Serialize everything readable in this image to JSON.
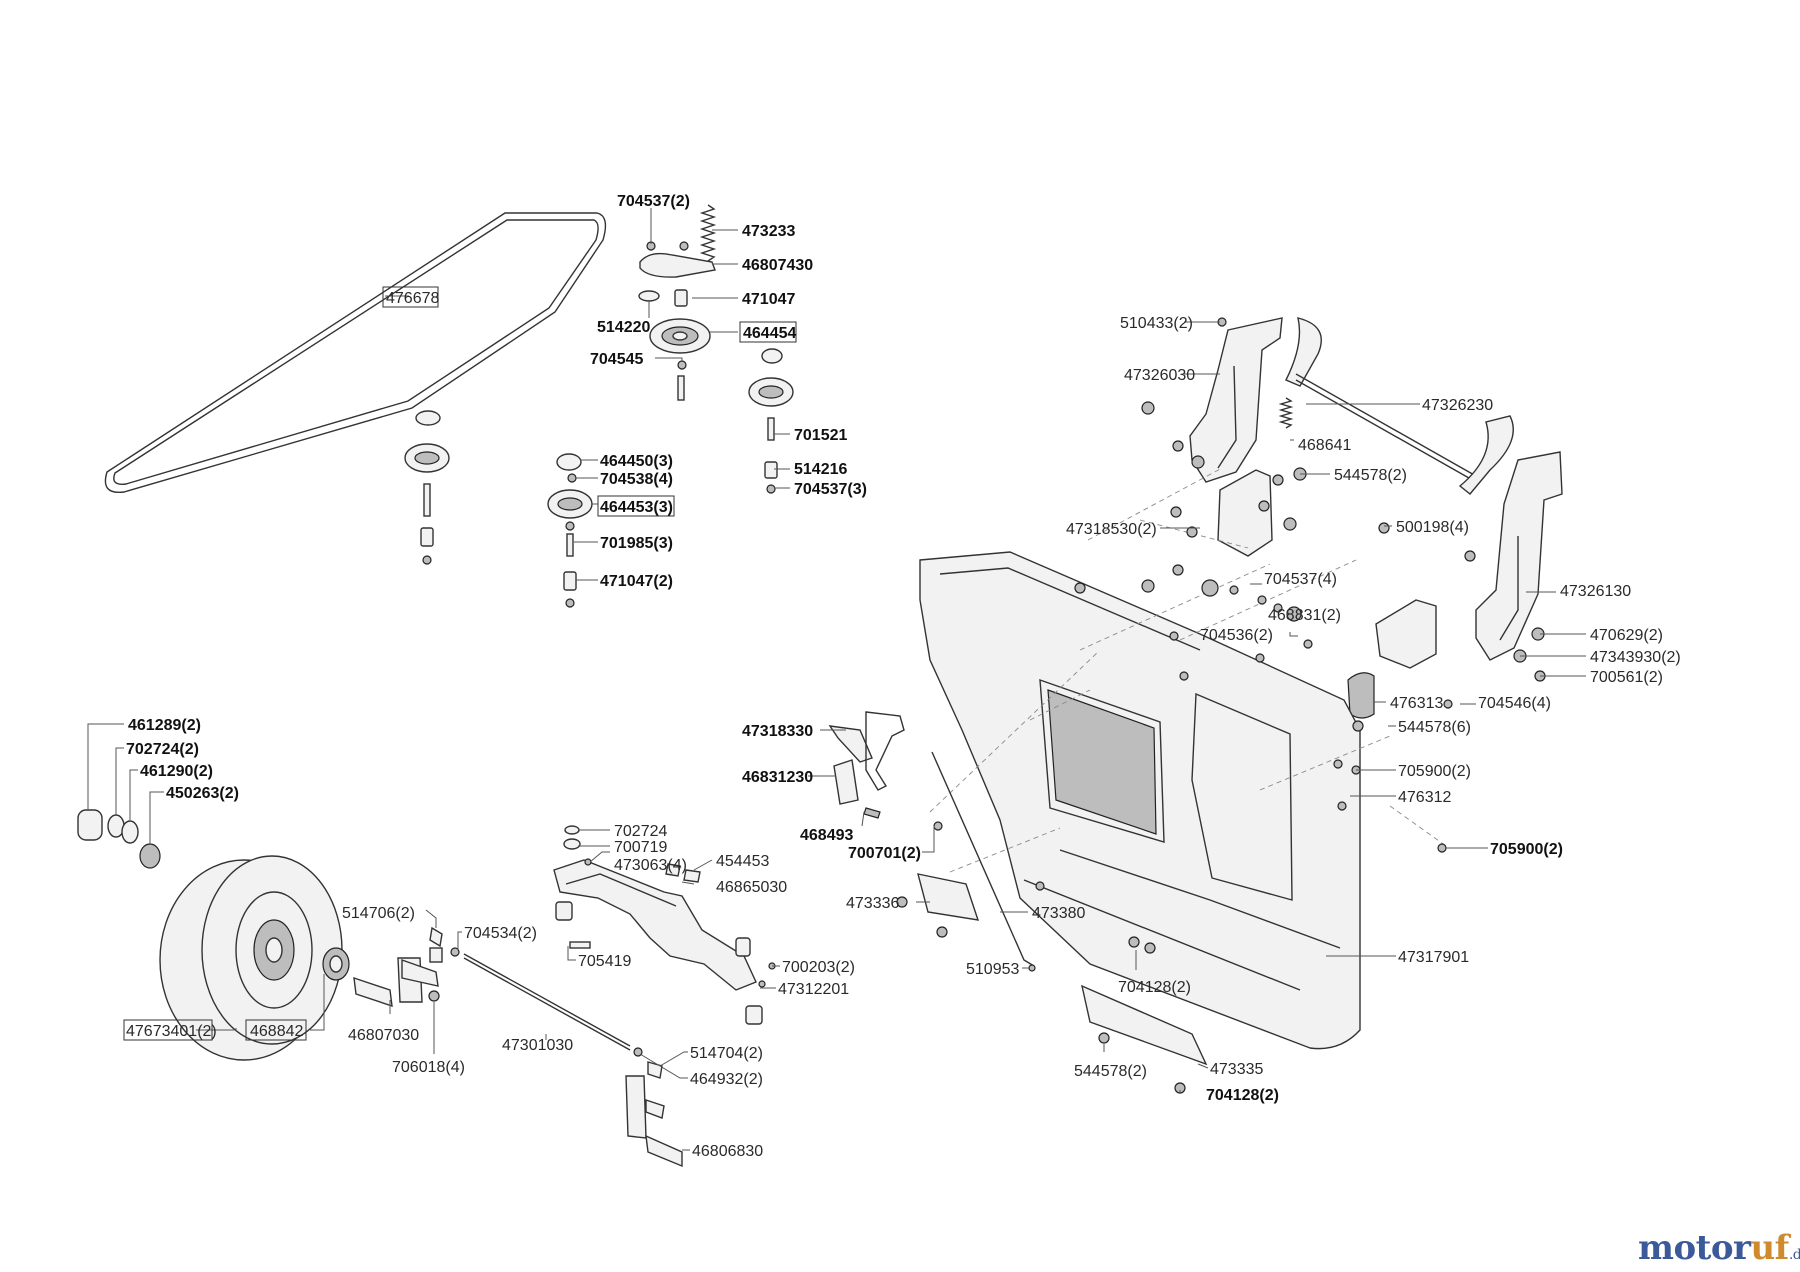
{
  "logo": {
    "main": "motor",
    "accent": "uf",
    "suffix": ".de"
  },
  "labels": {
    "belt": "476678",
    "l704537_2_top": "704537(2)",
    "l473233": "473233",
    "l46807430": "46807430",
    "l471047": "471047",
    "l514220": "514220",
    "l464454": "464454",
    "l704545": "704545",
    "l701521": "701521",
    "l514216": "514216",
    "l704537_3": "704537(3)",
    "l464450_3": "464450(3)",
    "l704538_4": "704538(4)",
    "l464453_3": "464453(3)",
    "l701985_3": "701985(3)",
    "l471047_2": "471047(2)",
    "l510433_2": "510433(2)",
    "l47326030": "47326030",
    "l47326230": "47326230",
    "l468641": "468641",
    "l544578_2_top": "544578(2)",
    "l47318530_2": "47318530(2)",
    "l500198_4": "500198(4)",
    "l704537_4": "704537(4)",
    "l47326130": "47326130",
    "l468831_2": "468831(2)",
    "l704536_2": "704536(2)",
    "l470629_2": "470629(2)",
    "l47343930_2": "47343930(2)",
    "l700561_2": "700561(2)",
    "l476313": "476313",
    "l704546_4": "704546(4)",
    "l544578_6": "544578(6)",
    "l705900_2a": "705900(2)",
    "l476312": "476312",
    "l705900_2b": "705900(2)",
    "l47318330": "47318330",
    "l46831230": "46831230",
    "l468493": "468493",
    "l700701_2": "700701(2)",
    "l473336": "473336",
    "l473380": "473380",
    "l510953": "510953",
    "l47317901": "47317901",
    "l704128_2a": "704128(2)",
    "l473335": "473335",
    "l544578_2_bot": "544578(2)",
    "l704128_2b": "704128(2)",
    "l461289_2": "461289(2)",
    "l702724_2": "702724(2)",
    "l461290_2": "461290(2)",
    "l450263_2": "450263(2)",
    "l702724": "702724",
    "l700719": "700719",
    "l473063_4": "473063(4)",
    "l454453": "454453",
    "l46865030": "46865030",
    "l514706_2": "514706(2)",
    "l704534_2": "704534(2)",
    "l705419": "705419",
    "l700203_2": "700203(2)",
    "l47312201": "47312201",
    "l47673401_2": "47673401(2)",
    "l468842": "468842",
    "l46807030": "46807030",
    "l706018_4": "706018(4)",
    "l47301030": "47301030",
    "l514704_2": "514704(2)",
    "l464932_2": "464932(2)",
    "l46806830": "46806830"
  }
}
